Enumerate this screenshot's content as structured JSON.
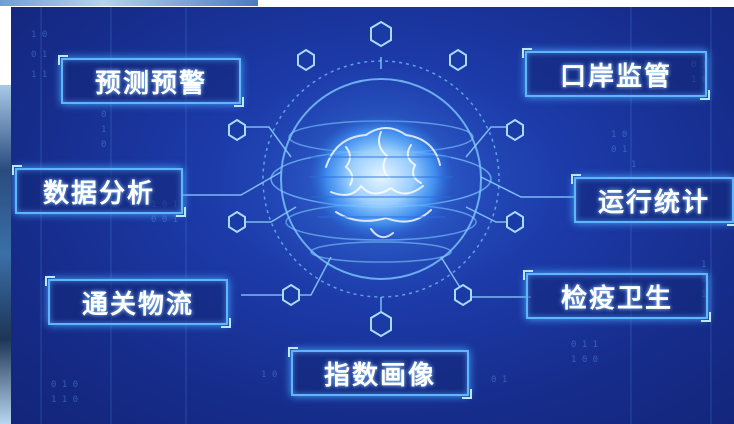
{
  "labels": {
    "forecast_warning": "预测预警",
    "data_analysis": "数据分析",
    "customs_logistics": "通关物流",
    "index_portrait": "指数画像",
    "port_supervision": "口岸监管",
    "operation_statistics": "运行统计",
    "quarantine_health": "检疫卫生"
  },
  "colors": {
    "background": "#1a36a0",
    "glow": "#5fb6ff",
    "text": "#ffffff"
  },
  "icons": [
    "brain-icon",
    "hexagon-icon"
  ]
}
